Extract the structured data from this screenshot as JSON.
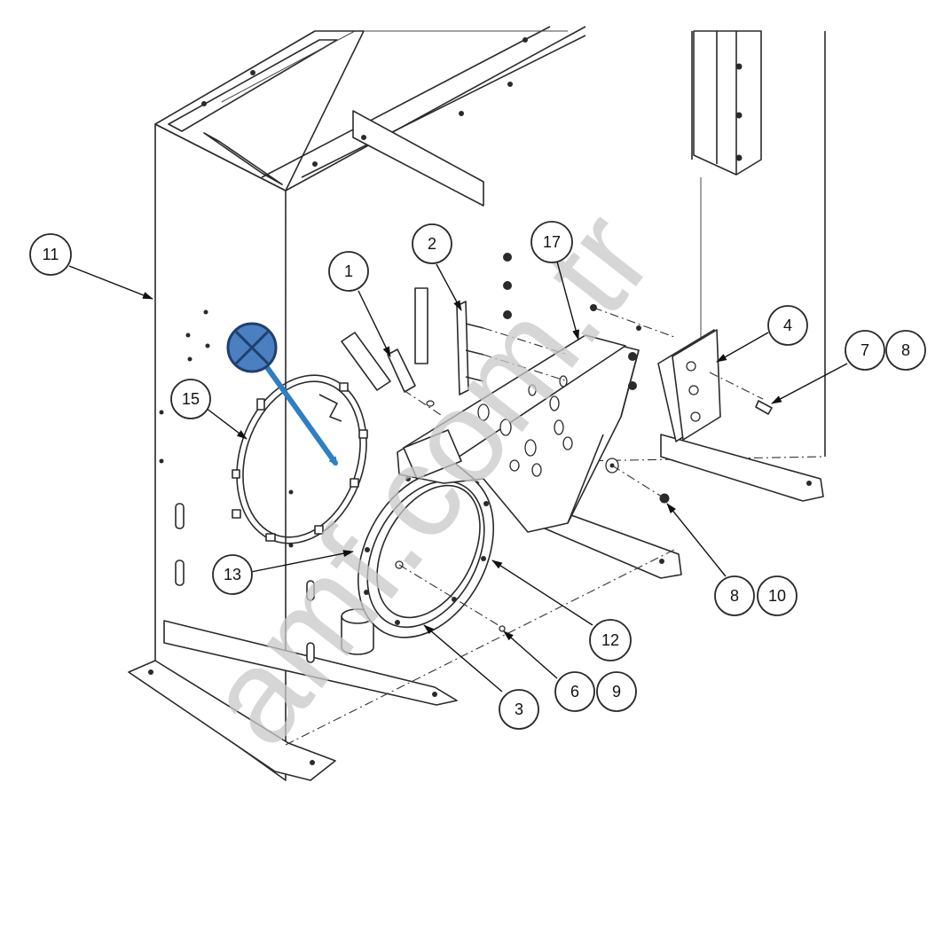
{
  "part_labels": {
    "p1": "1",
    "p2": "2",
    "p3": "3",
    "p4": "4",
    "p6": "6",
    "p7": "7",
    "p8a": "8",
    "p8b": "8",
    "p9": "9",
    "p10": "10",
    "p11": "11",
    "p12": "12",
    "p13": "13",
    "p15": "15",
    "p17": "17"
  },
  "watermark": "amf.com.tr",
  "colors": {
    "marker": "#4a7fc1",
    "marker_stroke": "#1f3f6e",
    "arrow": "#2f7fc4",
    "line": "#2a2a2a",
    "watermark": "#c8c8c8"
  },
  "icons": {
    "action_marker": "circle-x-marker-icon",
    "arrow": "arrow-down-right-icon"
  }
}
